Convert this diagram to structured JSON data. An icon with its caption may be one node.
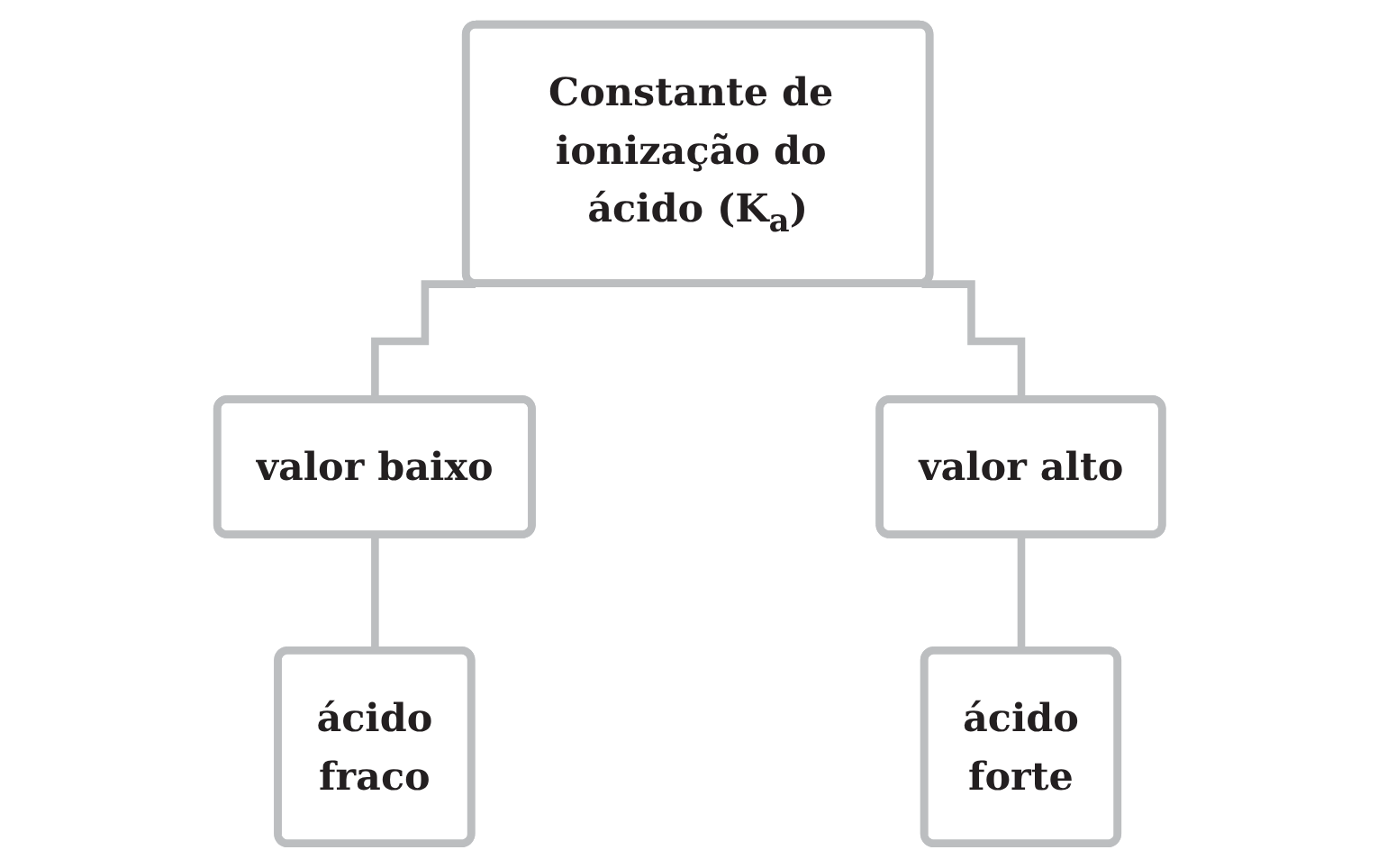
{
  "diagram": {
    "nodes": [
      {
        "text": [
          "Constante de ionização do ácido (K$_{a}$)"
        ]
      },
      {
        "text": [
          "valor baixo"
        ]
      },
      {
        "text": [
          "valor alto"
        ]
      },
      {
        "text": [
          "ácido",
          "fraco"
        ]
      },
      {
        "text": [
          "ácido",
          "forte"
        ]
      }
    ],
    "edges": [
      {
        "from": 0,
        "to": 1,
        "arrow": "none"
      },
      {
        "from": 0,
        "to": 2,
        "arrow": "none"
      },
      {
        "from": 1,
        "to": 3,
        "arrow": "none"
      },
      {
        "from": 2,
        "to": 4,
        "arrow": "none"
      }
    ]
  }
}
